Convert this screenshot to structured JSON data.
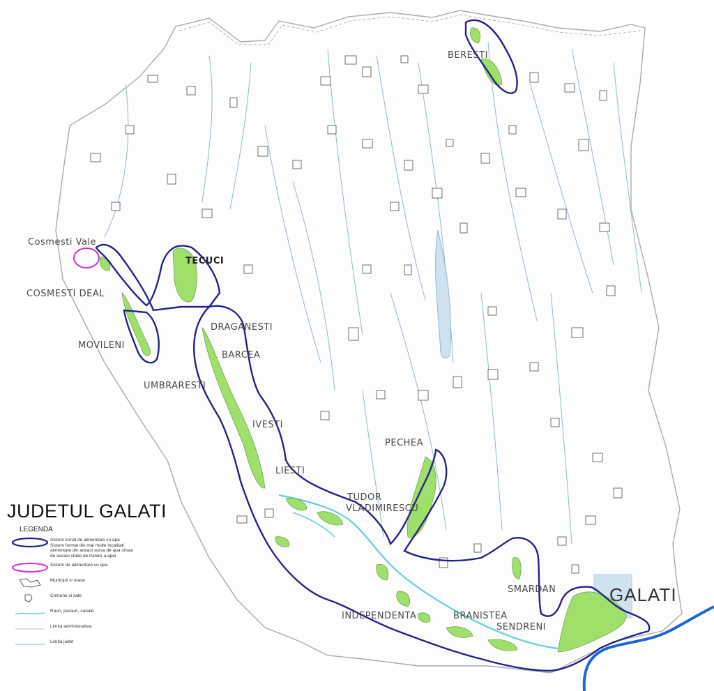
{
  "map": {
    "title": "JUDETUL GALATI",
    "colors": {
      "zone_outline": "#23238c",
      "local_outline": "#cc33cc",
      "settlement_fill": "#9ee06a",
      "danube": "#1a66d9",
      "siret": "#66ccdd",
      "streams": "#8fb6d6",
      "county_border": "#aaaaaa",
      "city_block": "#cfe2ee"
    },
    "labels": {
      "cosmesti_vale": "Cosmesti Vale",
      "cosmesti_deal": "COSMESTI DEAL",
      "tecuci": "TECUCI",
      "draganesti": "DRAGANESTI",
      "barcea": "BARCEA",
      "movileni": "MOVILENI",
      "umbraresti": "UMBRARESTI",
      "ivesti": "IVESTI",
      "liesti": "LIESTI",
      "pechea": "PECHEA",
      "tudor": "TUDOR",
      "vladimirescu": "VLADIMIRESCU",
      "beresti": "BERESTI",
      "smardan": "SMARDAN",
      "galati": "GALATI",
      "independenta": "INDEPENDENTA",
      "branistea": "BRANISTEA",
      "sendreni": "SENDRENI"
    }
  },
  "legend": {
    "heading": "LEGENDA",
    "items": [
      {
        "icon": "blue-outline-icon",
        "lines": [
          "Sistem zonal de alimentare cu apa",
          "Sistem format din mai multe localitati",
          "alimentate din aceasi sursa de apa si/sau",
          "de aceasi statie de tratare a apei"
        ]
      },
      {
        "icon": "magenta-outline-icon",
        "lines": [
          "Sistem de alimentare cu apa"
        ]
      },
      {
        "icon": "municipality-outline-icon",
        "lines": [
          "Municipii si orase"
        ]
      },
      {
        "icon": "commune-outline-icon",
        "lines": [
          "Comune si sate"
        ]
      },
      {
        "icon": "river-line-icon",
        "lines": [
          "Rauri, paraurí, canale"
        ]
      },
      {
        "icon": "admin-limit-icon",
        "lines": [
          "Limita administrativa"
        ]
      },
      {
        "icon": "county-limit-icon",
        "lines": [
          "Limita judet"
        ]
      }
    ]
  }
}
